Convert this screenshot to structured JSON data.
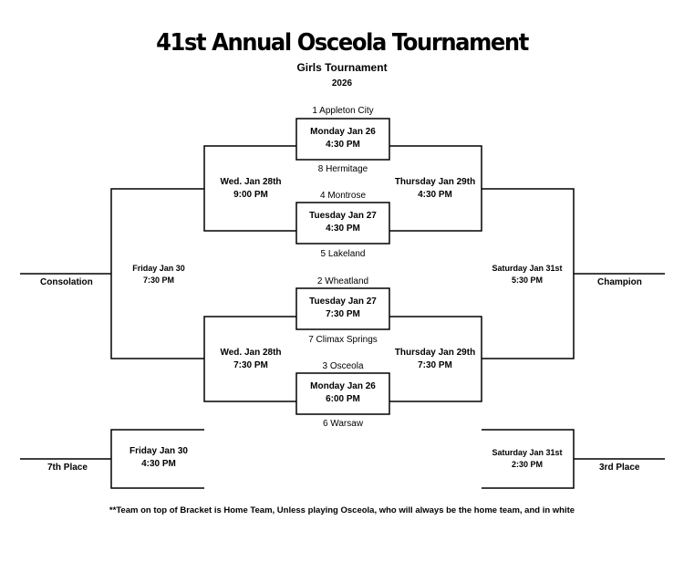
{
  "title": "41st Annual Osceola Tournament",
  "subtitle": "Girls Tournament",
  "year": "2026",
  "teams": {
    "t1": "1 Appleton City",
    "t8": "8 Hermitage",
    "t4": "4 Montrose",
    "t5": "5 Lakeland",
    "t2": "2 Wheatland",
    "t7": "7 Climax Springs",
    "t3": "3 Osceola",
    "t6": "6 Warsaw"
  },
  "games": {
    "g1": {
      "date": "Monday Jan 26",
      "time": "4:30 PM"
    },
    "g2": {
      "date": "Tuesday Jan 27",
      "time": "4:30 PM"
    },
    "g3": {
      "date": "Tuesday Jan 27",
      "time": "7:30 PM"
    },
    "g4": {
      "date": "Monday Jan 26",
      "time": "6:00 PM"
    },
    "semi_left_top": {
      "date": "Wed. Jan 28th",
      "time": "9:00 PM"
    },
    "semi_left_bottom": {
      "date": "Wed. Jan 28th",
      "time": "7:30 PM"
    },
    "semi_right_top": {
      "date": "Thursday Jan 29th",
      "time": "4:30 PM"
    },
    "semi_right_bottom": {
      "date": "Thursday Jan 29th",
      "time": "7:30 PM"
    },
    "consolation_final": {
      "date": "Friday Jan 30",
      "time": "7:30 PM"
    },
    "championship_final": {
      "date": "Saturday Jan 31st",
      "time": "5:30 PM"
    },
    "seventh_place": {
      "date": "Friday Jan 30",
      "time": "4:30 PM"
    },
    "third_place": {
      "date": "Saturday Jan 31st",
      "time": "2:30 PM"
    }
  },
  "outcomes": {
    "consolation": "Consolation",
    "champion": "Champion",
    "seventh": "7th Place",
    "third": "3rd Place"
  },
  "footnote": "**Team on top of Bracket is Home Team, Unless playing Osceola, who will always be the home team, and in white"
}
